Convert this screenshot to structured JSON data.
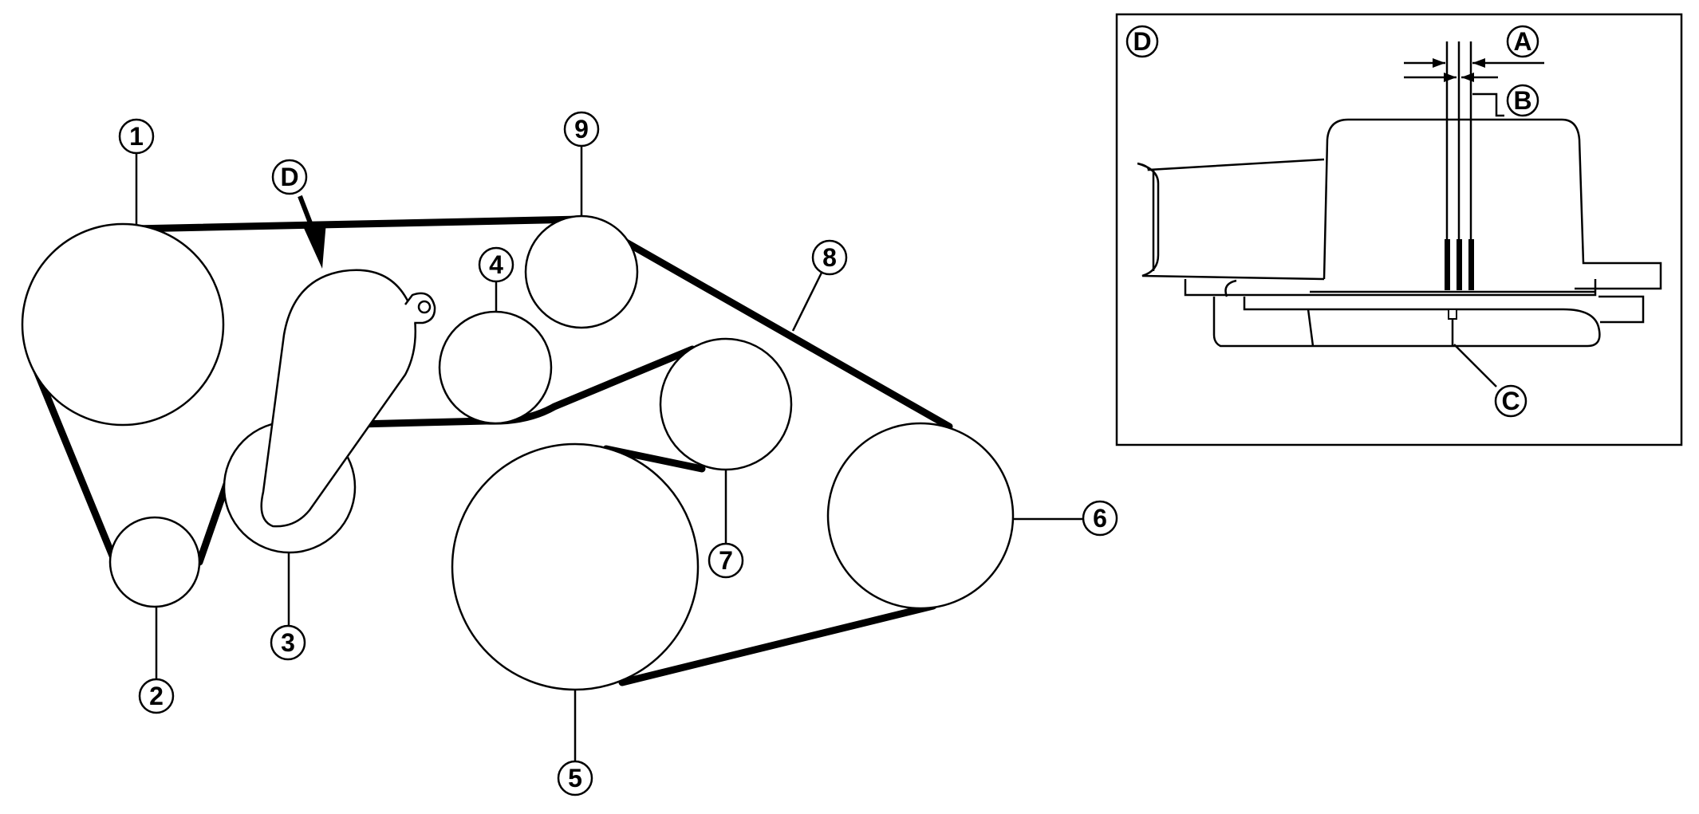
{
  "callouts": {
    "c1": "1",
    "c2": "2",
    "c3": "3",
    "c4": "4",
    "c5": "5",
    "c6": "6",
    "c7": "7",
    "c8": "8",
    "c9": "9",
    "view_marker": "D"
  },
  "detail": {
    "title": "D",
    "a": "A",
    "b": "B",
    "c": "C"
  }
}
